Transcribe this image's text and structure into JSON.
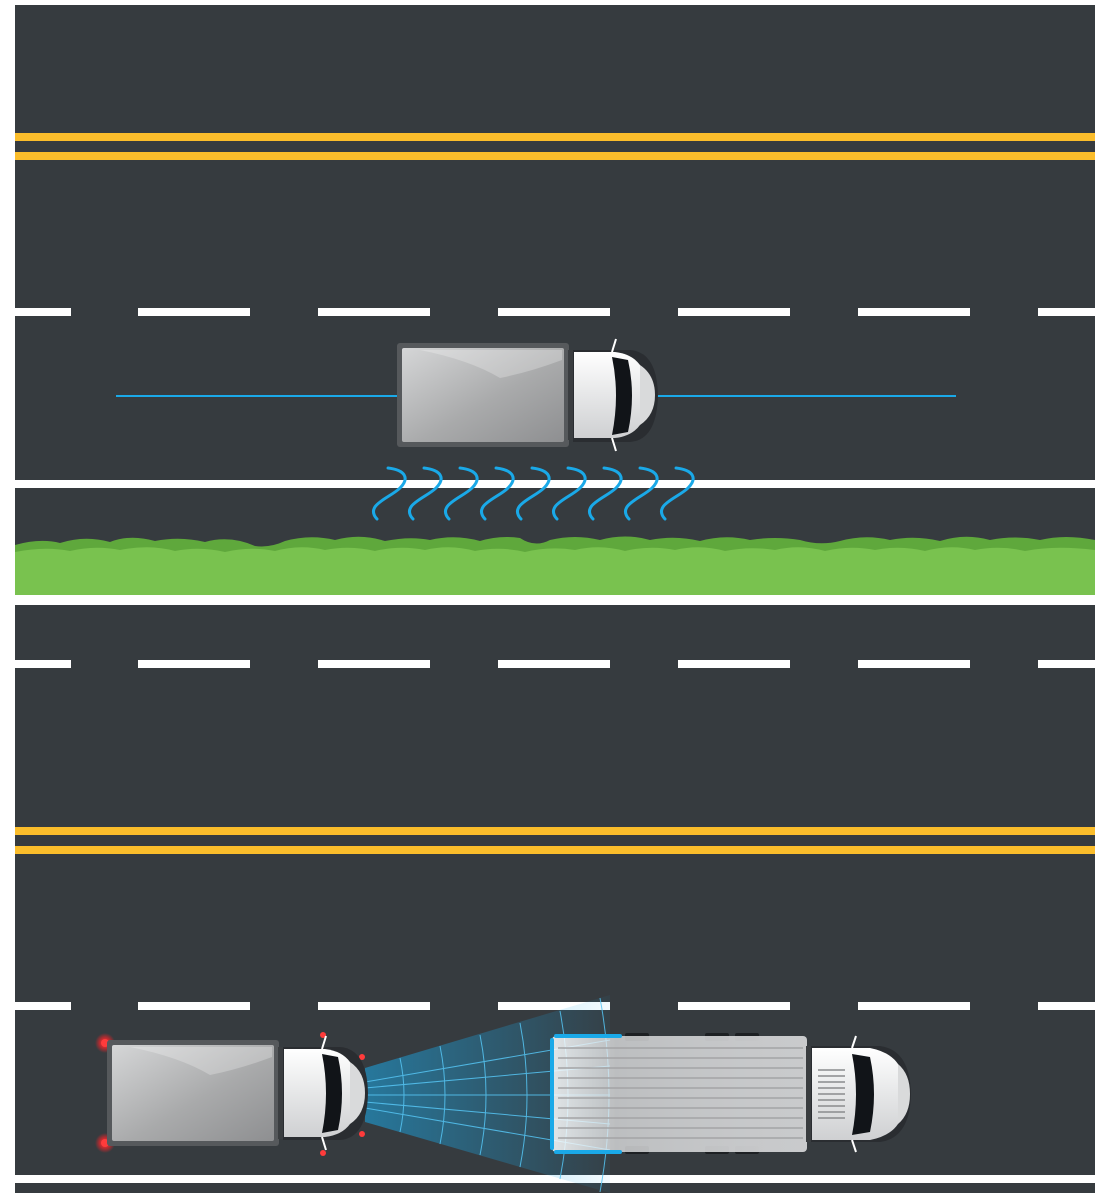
{
  "colors": {
    "background": "#ffffff",
    "asphalt": "#363b3f",
    "center_line": "#fbbd2b",
    "lane_marking": "#ffffff",
    "grass": "#79c24f",
    "grass_dark": "#5fa83c",
    "sensor": "#1aa9e8",
    "truck_box": "#a9aaab",
    "cab": "#f2f2f2",
    "windshield": "#111418",
    "brake_light": "#e0262b"
  },
  "panels": [
    {
      "id": "top",
      "scene": "lane-keeping",
      "icons": [
        "box-truck-icon",
        "lane-center-sensor-line",
        "rumble-wave-icon"
      ]
    },
    {
      "id": "bottom",
      "scene": "forward-collision-warning",
      "icons": [
        "box-truck-icon",
        "radar-cone-icon",
        "semi-trailer-icon",
        "brake-light-icon"
      ]
    }
  ]
}
